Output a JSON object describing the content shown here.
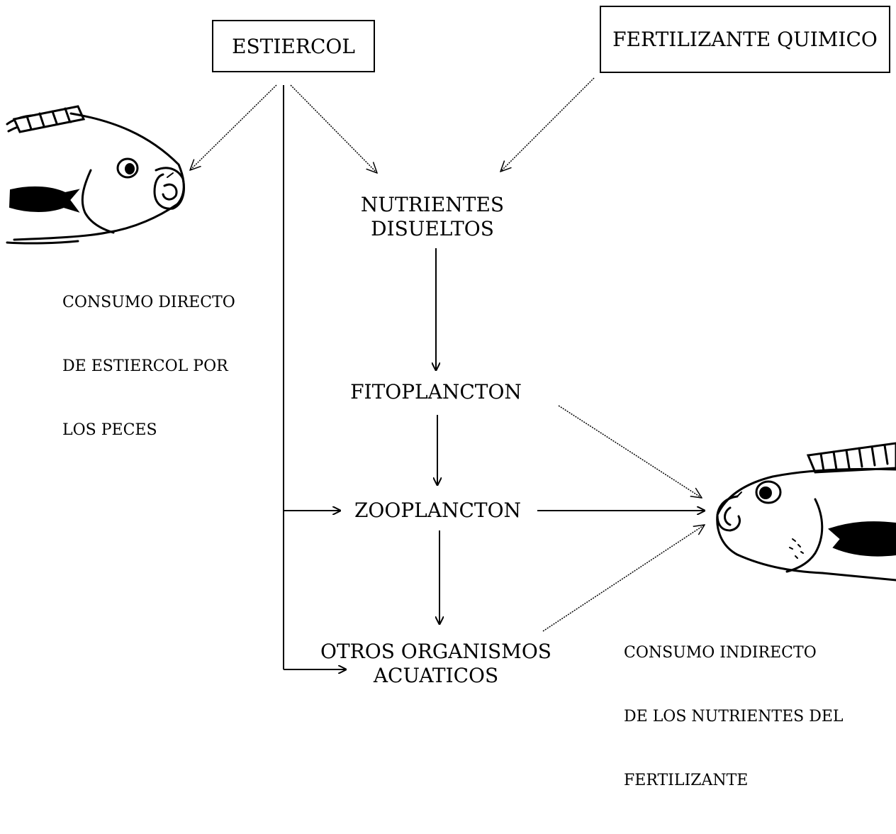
{
  "sources": {
    "manure": "ESTIERCOL",
    "chemical_fertilizer": "FERTILIZANTE QUIMICO"
  },
  "chain": {
    "nutrients_line1": "NUTRIENTES",
    "nutrients_line2": "DISUELTOS",
    "phytoplankton": "FITOPLANCTON",
    "zooplankton": "ZOOPLANCTON",
    "other_line1": "OTROS ORGANISMOS",
    "other_line2": "ACUATICOS"
  },
  "captions": {
    "direct_line1": "CONSUMO DIRECTO",
    "direct_line2": "DE ESTIERCOL POR",
    "direct_line3": "LOS PECES",
    "indirect_line1": "CONSUMO INDIRECTO",
    "indirect_line2": "DE LOS NUTRIENTES DEL",
    "indirect_line3": "FERTILIZANTE"
  },
  "icons": {
    "left_fish": "fish-icon",
    "right_fish": "fish-icon"
  },
  "colors": {
    "ink": "#000000",
    "background": "#ffffff"
  }
}
